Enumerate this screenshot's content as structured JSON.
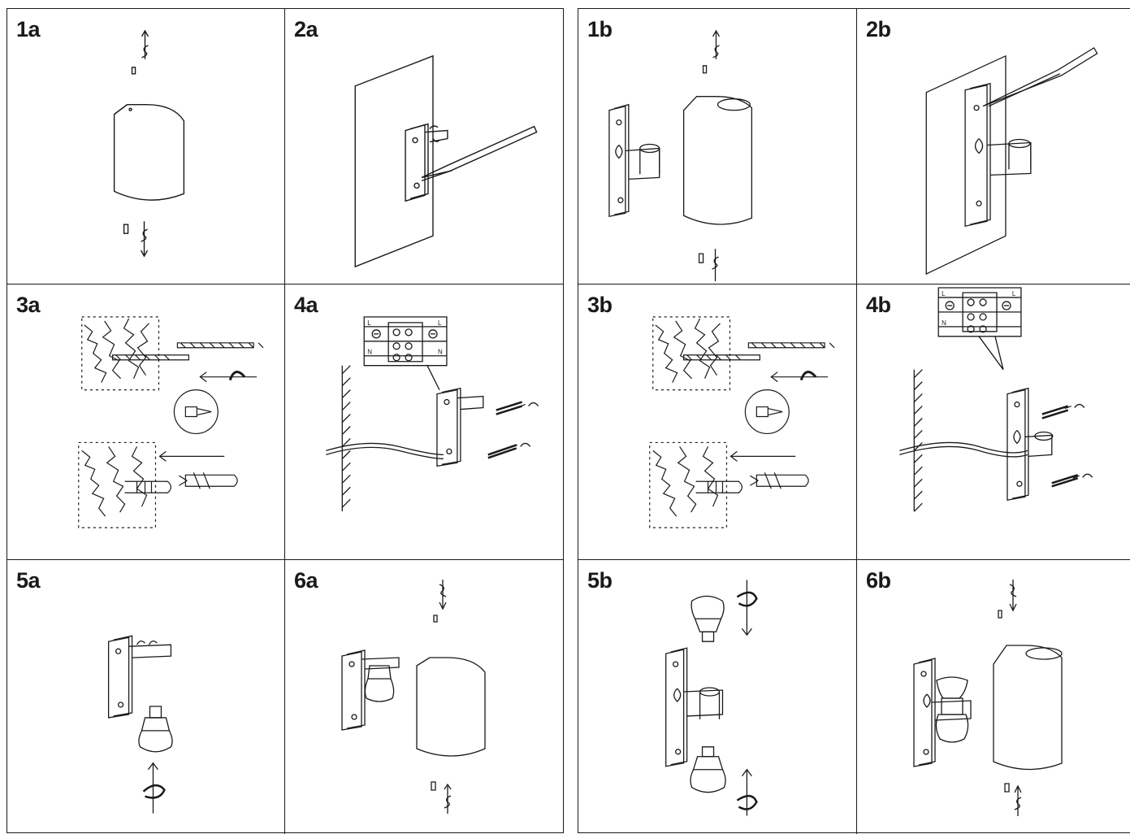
{
  "panels": {
    "p1a": {
      "label": "1a"
    },
    "p2a": {
      "label": "2a"
    },
    "p3a": {
      "label": "3a"
    },
    "p4a": {
      "label": "4a"
    },
    "p5a": {
      "label": "5a"
    },
    "p6a": {
      "label": "6a"
    },
    "p1b": {
      "label": "1b"
    },
    "p2b": {
      "label": "2b"
    },
    "p3b": {
      "label": "3b"
    },
    "p4b": {
      "label": "4b"
    },
    "p5b": {
      "label": "5b"
    },
    "p6b": {
      "label": "6b"
    }
  },
  "terminal_labels": {
    "live": "L",
    "neutral": "N"
  },
  "colors": {
    "line": "#1a1a1a",
    "background": "#ffffff"
  }
}
